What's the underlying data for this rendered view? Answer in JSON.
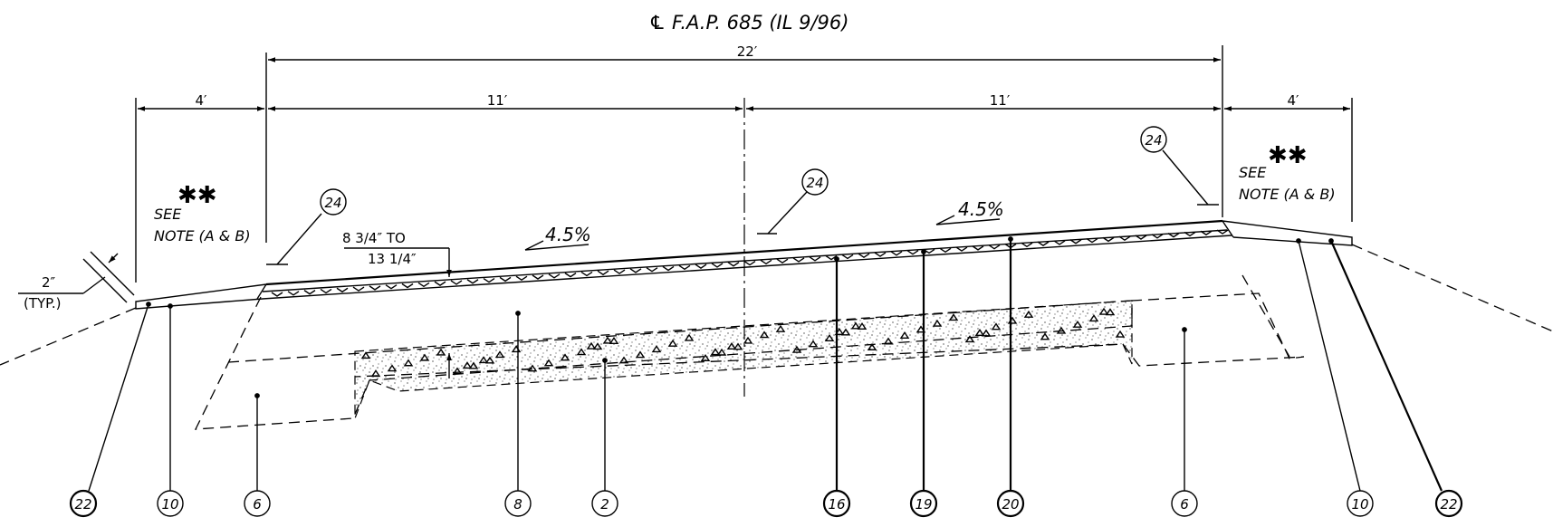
{
  "title": "℄ F.A.P. 685 (IL 9/96)",
  "dimensions": {
    "total": "22′",
    "left_lane": "11′",
    "right_lane": "11′",
    "left_shoulder": "4′",
    "right_shoulder": "4′"
  },
  "thickness_note": {
    "line1": "8 3/4″ TO",
    "line2": "13 1/4″"
  },
  "typ_note": {
    "value": "2″",
    "label": "(TYP.)"
  },
  "slopes": {
    "left": "4.5%",
    "right": "4.5%"
  },
  "see_notes": {
    "left": {
      "stars": "✱✱",
      "line1": "SEE",
      "line2": "NOTE (A & B)"
    },
    "right": {
      "stars": "✱✱",
      "line1": "SEE",
      "line2": "NOTE (A & B)"
    }
  },
  "callouts_top": [
    "24",
    "24",
    "24"
  ],
  "callouts_bottom": [
    "22",
    "10",
    "6",
    "8",
    "2",
    "16",
    "19",
    "20",
    "6",
    "10",
    "22"
  ]
}
